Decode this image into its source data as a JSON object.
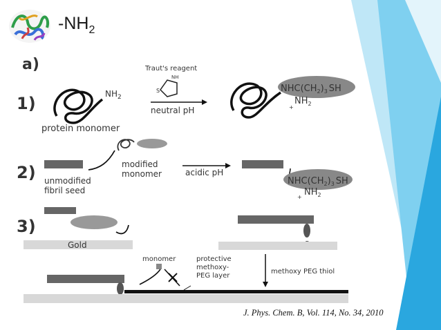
{
  "slide": {
    "title_prefix": "-NH",
    "title_sub": "2",
    "logo_icon": "protein-structure-icon",
    "citation": "J. Phys. Chem. B, Vol. 114, No. 34, 2010",
    "accent_colors": [
      "#2aa7df",
      "#7fd0f0",
      "#bfe7f7"
    ]
  },
  "figure": {
    "panel_label": "a)",
    "steps": [
      "1)",
      "2)",
      "3)"
    ],
    "nh2": "NH",
    "nh2_sub": "2",
    "trauts_reagent": "Traut's reagent",
    "reagent_ring_nh2": "NH",
    "reagent_ring_s": "S",
    "neutral_ph": "neutral pH",
    "product_label": "NHC(CH",
    "product_sub": "2",
    "product_suffix": ")",
    "product_sub2": "3",
    "product_sh": "SH",
    "protein_monomer": "protein monomer",
    "unmodified_seed_1": "unmodified",
    "unmodified_seed_2": "fibril seed",
    "modified_monomer_1": "modified",
    "modified_monomer_2": "monomer",
    "acidic_ph": "acidic pH",
    "gold": "Gold",
    "s_label": "S",
    "monomer": "monomer",
    "protective_1": "protective",
    "protective_2": "methoxy-",
    "protective_3": "PEG layer",
    "methoxy_peg_thiol": "methoxy PEG thiol",
    "plus": "+"
  }
}
